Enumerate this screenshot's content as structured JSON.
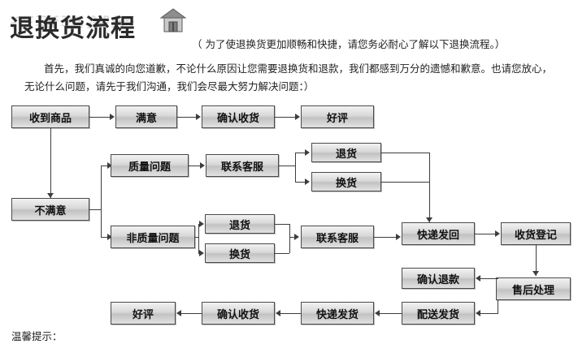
{
  "header": {
    "title": "退换货流程",
    "icon": "house-icon",
    "subtitle": "（ 为了使退换货更加顺畅和快捷，请您务必耐心了解以下退换流程。）",
    "paragraph": "首先，我们真诚的向您道歉，不论什么原因让您需要退换货和退款，我们都感到万分的遗憾和歉意。也请您放心，无论什么问题，请先于我们沟通，我们会尽最大努力解决问题：）"
  },
  "flow": {
    "nodes": [
      {
        "id": "n1",
        "label": "收到商品"
      },
      {
        "id": "n2",
        "label": "满意"
      },
      {
        "id": "n3",
        "label": "确认收货"
      },
      {
        "id": "n4",
        "label": "好评"
      },
      {
        "id": "n5",
        "label": "质量问题"
      },
      {
        "id": "n6",
        "label": "联系客服"
      },
      {
        "id": "n7",
        "label": "退货"
      },
      {
        "id": "n8",
        "label": "换货"
      },
      {
        "id": "n9",
        "label": "不满意"
      },
      {
        "id": "n10",
        "label": "非质量问题"
      },
      {
        "id": "n11",
        "label": "退货"
      },
      {
        "id": "n12",
        "label": "换货"
      },
      {
        "id": "n13",
        "label": "联系客服"
      },
      {
        "id": "n14",
        "label": "快递发回"
      },
      {
        "id": "n15",
        "label": "收货登记"
      },
      {
        "id": "n16",
        "label": "确认退款"
      },
      {
        "id": "n17",
        "label": "售后处理"
      },
      {
        "id": "n18",
        "label": "配送发货"
      },
      {
        "id": "n19",
        "label": "快递发货"
      },
      {
        "id": "n20",
        "label": "确认收货"
      },
      {
        "id": "n21",
        "label": "好评"
      }
    ]
  },
  "footer": {
    "tip": "温馨提示："
  },
  "colors": {
    "box_border": "#4a4a4a",
    "box_fill_top": "#f2f2f2",
    "box_fill_mid": "#c2c2c2",
    "line": "#3d3d3d",
    "title": "#2b2b2b",
    "text": "#222222"
  }
}
